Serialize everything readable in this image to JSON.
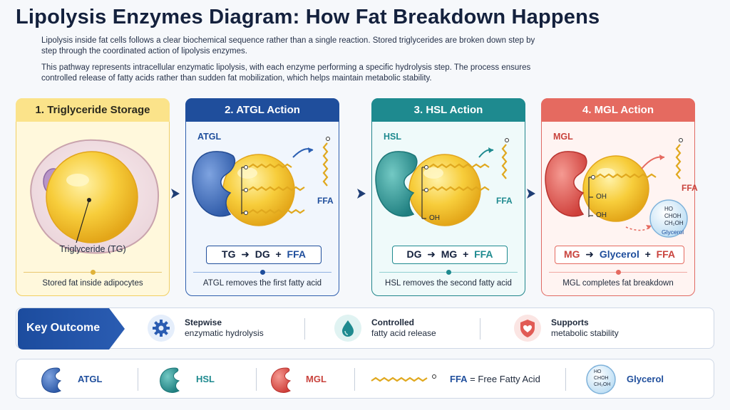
{
  "title": "Lipolysis Enzymes Diagram: How Fat Breakdown Happens",
  "intro": [
    "Lipolysis inside fat cells follows a clear biochemical sequence rather than a single reaction. Stored triglycerides are broken down step by step through the coordinated action of lipolysis enzymes.",
    "This pathway represents intracellular enzymatic lipolysis, with each enzyme performing a specific hydrolysis step. The process ensures controlled release of fatty acids rather than sudden fat mobilization, which helps maintain metabolic stability."
  ],
  "steps": [
    {
      "heading": "1. Triglyceride Storage",
      "label": "Triglyceride (TG)",
      "caption": "Stored fat inside adipocytes",
      "color": "#f1cf62"
    },
    {
      "heading": "2. ATGL Action",
      "enzyme": "ATGL",
      "product": "FFA",
      "equation": {
        "a": "TG",
        "b": "DG",
        "c": "FFA"
      },
      "caption": "ATGL removes the first fatty acid",
      "color": "#1f4e9c"
    },
    {
      "heading": "3. HSL Action",
      "enzyme": "HSL",
      "product": "FFA",
      "oh": "OH",
      "equation": {
        "a": "DG",
        "b": "MG",
        "c": "FFA"
      },
      "caption": "HSL removes the second fatty acid",
      "color": "#1e8a8f"
    },
    {
      "heading": "4. MGL Action",
      "enzyme": "MGL",
      "product": "FFA",
      "oh": "OH",
      "glycerol_formula": [
        "HO",
        "CHOH",
        "CH₂OH"
      ],
      "glycerol_label": "Glycerol",
      "equation": {
        "a": "MG",
        "b": "Glycerol",
        "c": "FFA"
      },
      "caption": "MGL completes fat breakdown",
      "color": "#e56a60"
    }
  ],
  "outcome": {
    "title": "Key Outcome",
    "items": [
      {
        "icon": "gear-icon",
        "line1": "Stepwise",
        "line2": "enzymatic hydrolysis"
      },
      {
        "icon": "droplet-icon",
        "line1": "Controlled",
        "line2": "fatty acid release"
      },
      {
        "icon": "shield-heart-icon",
        "line1": "Supports",
        "line2": "metabolic stability"
      }
    ]
  },
  "legend": {
    "atgl": "ATGL",
    "hsl": "HSL",
    "mgl": "MGL",
    "ffa_abbr": "FFA",
    "ffa_rest": " = Free Fatty Acid",
    "glycerol": "Glycerol",
    "glycerol_formula": [
      "HO",
      "CHOH",
      "CH₂OH"
    ]
  },
  "colors": {
    "atgl": "#3f6fbf",
    "hsl": "#2f9d9b",
    "mgl": "#e15b55",
    "ffa": "#e0a81e",
    "navy": "#1f4e9c"
  }
}
